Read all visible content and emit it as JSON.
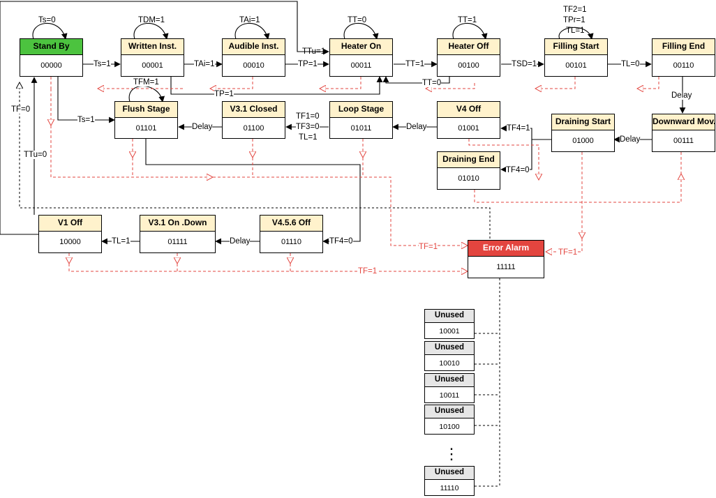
{
  "states": {
    "standby": {
      "name": "Stand By",
      "code": "00000"
    },
    "written": {
      "name": "Written Inst.",
      "code": "00001"
    },
    "audible": {
      "name": "Audible Inst.",
      "code": "00010"
    },
    "heater_on": {
      "name": "Heater On",
      "code": "00011"
    },
    "heater_off": {
      "name": "Heater Off",
      "code": "00100"
    },
    "filling_start": {
      "name": "Filling Start",
      "code": "00101"
    },
    "filling_end": {
      "name": "Filling End",
      "code": "00110"
    },
    "flush": {
      "name": "Flush Stage",
      "code": "01101"
    },
    "v31_closed": {
      "name": "V3.1 Closed",
      "code": "01100"
    },
    "loop": {
      "name": "Loop Stage",
      "code": "01011"
    },
    "v4_off": {
      "name": "V4 Off",
      "code": "01001"
    },
    "draining_start": {
      "name": "Draining Start",
      "code": "01000"
    },
    "downward": {
      "name": "Downward Mov.",
      "code": "00111"
    },
    "draining_end": {
      "name": "Draining End",
      "code": "01010"
    },
    "v1_off": {
      "name": "V1 Off",
      "code": "10000"
    },
    "v31_on_down": {
      "name": "V3.1 On .Down",
      "code": "01111"
    },
    "v456_off": {
      "name": "V4.5.6 Off",
      "code": "01110"
    },
    "error": {
      "name": "Error Alarm",
      "code": "11111"
    }
  },
  "unused": {
    "name": "Unused",
    "codes": [
      "10001",
      "10010",
      "10011",
      "10100",
      "11110"
    ],
    "ellipsis": "⋮"
  },
  "labels": {
    "ts0_loop": "Ts=0",
    "tdm_loop": "TDM=1",
    "tai_loop": "TAi=1",
    "tt0_loop": "TT=0",
    "tt1_loop": "TT=1",
    "tf2": "TF2=1",
    "tpr": "TPr=1",
    "tl1_loop": "TL=1",
    "ts1_a": "Ts=1",
    "tai1": "TAi=1",
    "tp1_a": "TP=1",
    "ttu1": "TTu=1",
    "tt1": "TT=1",
    "tsd1": "TSD=1",
    "tl0": "TL=0",
    "delay_a": "Delay",
    "tfm": "TFM=1",
    "tp1_b": "TP=1",
    "tt0_back": "TT=0",
    "tf0": "TF=0",
    "ts1_b": "Ts=1",
    "delay_b": "Delay",
    "tf1": "TF1=0",
    "tf3": "TF3=0",
    "tl1": "TL=1",
    "delay_c": "Delay",
    "tf4_1": "TF4=1",
    "delay_d": "Delay",
    "tf4_0_a": "TF4=0",
    "ttu0": "TTu=0",
    "tl1_b": "TL=1",
    "delay_e": "Delay",
    "tf4_0_b": "TF4=0",
    "tf1_err_a": "TF=1",
    "tf1_err_b": "TF=1",
    "tf1_err_c": "TF=1"
  },
  "colors": {
    "standby_header": "#4cc33f",
    "error_header": "#e3453f",
    "state_header": "#fff2cc",
    "unused_header": "#e6e6e6",
    "error_line": "#e3453f"
  }
}
